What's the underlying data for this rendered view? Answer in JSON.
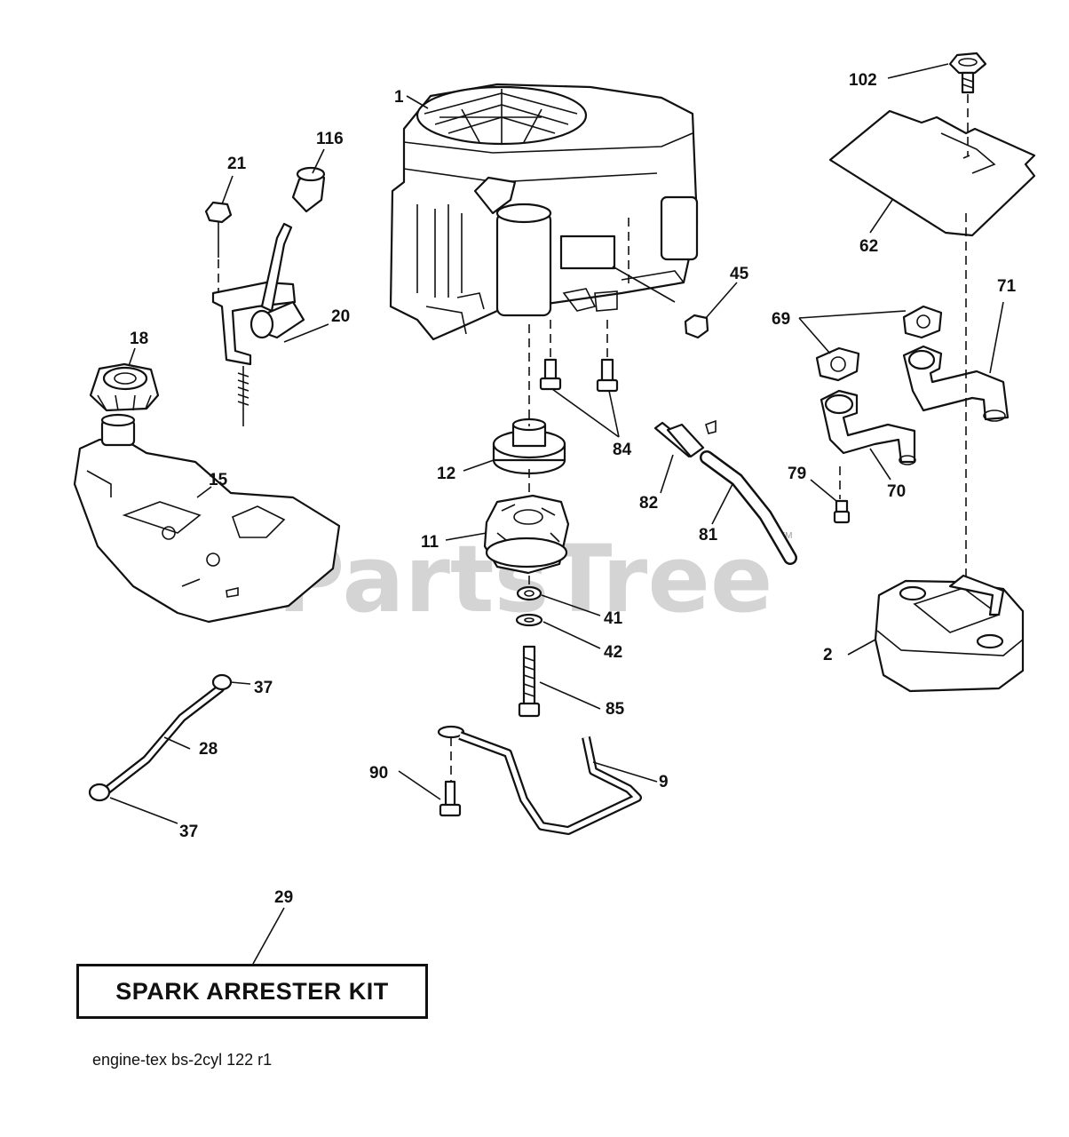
{
  "watermark": "PartsTree",
  "watermark_tm": "TM",
  "callouts": [
    {
      "part": "1",
      "label": "1"
    },
    {
      "part": "2",
      "label": "2"
    },
    {
      "part": "9",
      "label": "9"
    },
    {
      "part": "11",
      "label": "11"
    },
    {
      "part": "12",
      "label": "12"
    },
    {
      "part": "15",
      "label": "15"
    },
    {
      "part": "18",
      "label": "18"
    },
    {
      "part": "20",
      "label": "20"
    },
    {
      "part": "21",
      "label": "21"
    },
    {
      "part": "28",
      "label": "28"
    },
    {
      "part": "29",
      "label": "29"
    },
    {
      "part": "37a",
      "label": "37"
    },
    {
      "part": "37b",
      "label": "37"
    },
    {
      "part": "41",
      "label": "41"
    },
    {
      "part": "42",
      "label": "42"
    },
    {
      "part": "45",
      "label": "45"
    },
    {
      "part": "62",
      "label": "62"
    },
    {
      "part": "69",
      "label": "69"
    },
    {
      "part": "70",
      "label": "70"
    },
    {
      "part": "71",
      "label": "71"
    },
    {
      "part": "79",
      "label": "79"
    },
    {
      "part": "81",
      "label": "81"
    },
    {
      "part": "82",
      "label": "82"
    },
    {
      "part": "84",
      "label": "84"
    },
    {
      "part": "85",
      "label": "85"
    },
    {
      "part": "90",
      "label": "90"
    },
    {
      "part": "102",
      "label": "102"
    },
    {
      "part": "116",
      "label": "116"
    }
  ],
  "kit_label": "SPARK ARRESTER KIT",
  "reference": "engine-tex  bs-2cyl  122  r1"
}
